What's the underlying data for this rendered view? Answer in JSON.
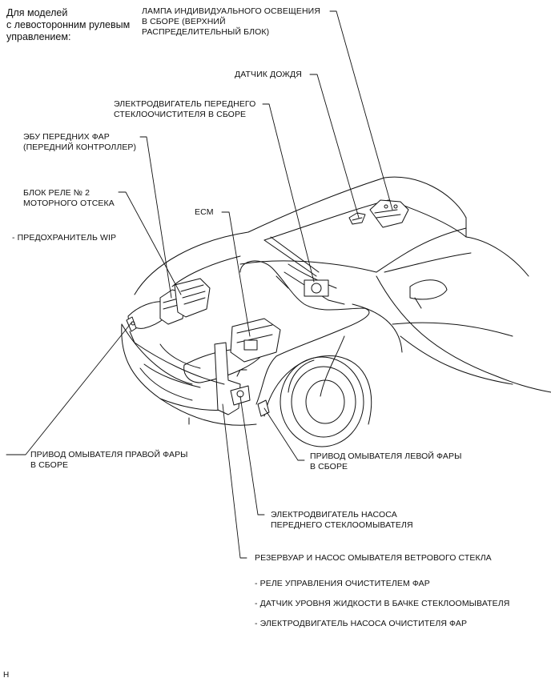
{
  "header": {
    "lines": [
      "Для моделей",
      "с левосторонним рулевым",
      "управлением:"
    ]
  },
  "labels": {
    "room_lamp": [
      "ЛАМПА ИНДИВИДУАЛЬНОГО ОСВЕЩЕНИЯ",
      "В СБОРЕ (ВЕРХНИЙ",
      "РАСПРЕДЕЛИТЕЛЬНЫЙ БЛОК)"
    ],
    "rain_sensor": "ДАТЧИК ДОЖДЯ",
    "wiper_motor": [
      "ЭЛЕКТРОДВИГАТЕЛЬ ПЕРЕДНЕГО",
      "СТЕКЛООЧИСТИТЕЛЯ В СБОРЕ"
    ],
    "headlamp_ecu": [
      "ЭБУ ПЕРЕДНИХ ФАР",
      "(ПЕРЕДНИЙ КОНТРОЛЛЕР)"
    ],
    "relay_block": [
      "БЛОК РЕЛЕ № 2",
      "МОТОРНОГО ОТСЕКА"
    ],
    "wip_fuse": "- ПРЕДОХРАНИТЕЛЬ WIP",
    "ecm": "ECM",
    "rh_washer": [
      "ПРИВОД ОМЫВАТЕЛЯ ПРАВОЙ ФАРЫ",
      "В СБОРЕ"
    ],
    "lh_washer": [
      "ПРИВОД ОМЫВАТЕЛЯ ЛЕВОЙ ФАРЫ",
      "В СБОРЕ"
    ],
    "washer_pump_motor": [
      "ЭЛЕКТРОДВИГАТЕЛЬ НАСОСА",
      "ПЕРЕДНЕГО СТЕКЛООМЫВАТЕЛЯ"
    ],
    "reservoir": "РЕЗЕРВУАР И НАСОС ОМЫВАТЕЛЯ ВЕТРОВОГО СТЕКЛА",
    "cleaner_relay": "- РЕЛЕ УПРАВЛЕНИЯ ОЧИСТИТЕЛЕМ ФАР",
    "level_sensor": "- ДАТЧИК УРОВНЯ ЖИДКОСТИ В БАЧКЕ СТЕКЛООМЫВАТЕЛЯ",
    "cleaner_pump_motor": "- ЭЛЕКТРОДВИГАТЕЛЬ НАСОСА ОЧИСТИТЕЛЯ ФАР"
  },
  "corner_code": "H",
  "colors": {
    "ink": "#111111",
    "background": "#ffffff"
  }
}
